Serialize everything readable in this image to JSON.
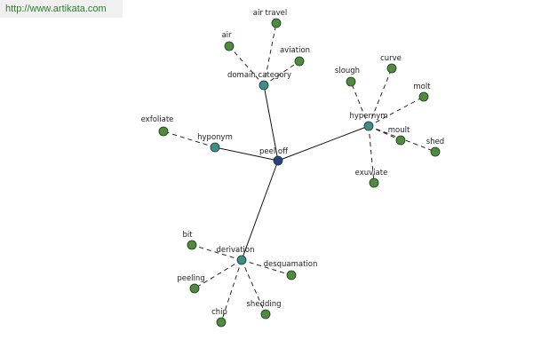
{
  "watermark": "http://www.artikata.com",
  "colors": {
    "root": "#2a3f86",
    "relation": "#3f8c8c",
    "word": "#4f8a3f",
    "node_stroke": "#1b3b1b",
    "edge": "#111111",
    "background": "#ffffff"
  },
  "graph": {
    "nodes": [
      {
        "id": "peel-off",
        "label": "peel off",
        "kind": "root"
      },
      {
        "id": "domain-category",
        "label": "domain category",
        "kind": "relation"
      },
      {
        "id": "hyponym",
        "label": "hyponym",
        "kind": "relation"
      },
      {
        "id": "hypernym",
        "label": "hypernym",
        "kind": "relation"
      },
      {
        "id": "derivation",
        "label": "derivation",
        "kind": "relation"
      },
      {
        "id": "air-travel",
        "label": "air travel",
        "kind": "word"
      },
      {
        "id": "air",
        "label": "air",
        "kind": "word"
      },
      {
        "id": "aviation",
        "label": "aviation",
        "kind": "word"
      },
      {
        "id": "exfoliate",
        "label": "exfoliate",
        "kind": "word"
      },
      {
        "id": "slough",
        "label": "slough",
        "kind": "word"
      },
      {
        "id": "curve",
        "label": "curve",
        "kind": "word"
      },
      {
        "id": "molt",
        "label": "molt",
        "kind": "word"
      },
      {
        "id": "moult",
        "label": "moult",
        "kind": "word"
      },
      {
        "id": "shed",
        "label": "shed",
        "kind": "word"
      },
      {
        "id": "exuviate",
        "label": "exuviate",
        "kind": "word"
      },
      {
        "id": "bit",
        "label": "bit",
        "kind": "word"
      },
      {
        "id": "desquamation",
        "label": "desquamation",
        "kind": "word"
      },
      {
        "id": "peeling",
        "label": "peeling",
        "kind": "word"
      },
      {
        "id": "chip",
        "label": "chip",
        "kind": "word"
      },
      {
        "id": "shedding",
        "label": "shedding",
        "kind": "word"
      }
    ],
    "edges": [
      {
        "from": "peel-off",
        "to": "domain-category",
        "style": "solid"
      },
      {
        "from": "peel-off",
        "to": "hyponym",
        "style": "solid"
      },
      {
        "from": "peel-off",
        "to": "hypernym",
        "style": "solid"
      },
      {
        "from": "peel-off",
        "to": "derivation",
        "style": "solid"
      },
      {
        "from": "domain-category",
        "to": "air-travel",
        "style": "dashed"
      },
      {
        "from": "domain-category",
        "to": "air",
        "style": "dashed"
      },
      {
        "from": "domain-category",
        "to": "aviation",
        "style": "dashed"
      },
      {
        "from": "hyponym",
        "to": "exfoliate",
        "style": "dashed"
      },
      {
        "from": "hypernym",
        "to": "slough",
        "style": "dashed"
      },
      {
        "from": "hypernym",
        "to": "curve",
        "style": "dashed"
      },
      {
        "from": "hypernym",
        "to": "molt",
        "style": "dashed"
      },
      {
        "from": "hypernym",
        "to": "moult",
        "style": "dashed"
      },
      {
        "from": "hypernym",
        "to": "shed",
        "style": "dashed"
      },
      {
        "from": "hypernym",
        "to": "exuviate",
        "style": "dashed"
      },
      {
        "from": "derivation",
        "to": "bit",
        "style": "dashed"
      },
      {
        "from": "derivation",
        "to": "desquamation",
        "style": "dashed"
      },
      {
        "from": "derivation",
        "to": "peeling",
        "style": "dashed"
      },
      {
        "from": "derivation",
        "to": "chip",
        "style": "dashed"
      },
      {
        "from": "derivation",
        "to": "shedding",
        "style": "dashed"
      }
    ]
  }
}
